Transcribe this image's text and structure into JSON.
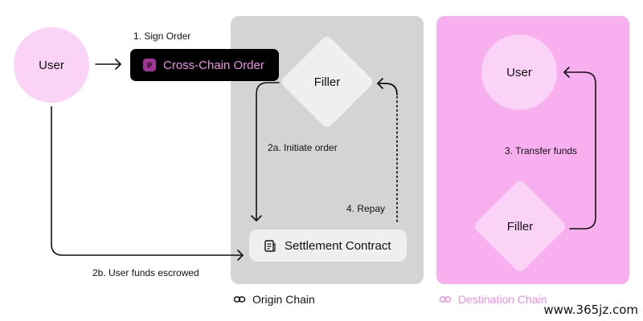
{
  "nodes": {
    "user_origin": "User",
    "cross_chain_order": "Cross-Chain Order",
    "filler_origin": "Filler",
    "settlement_contract": "Settlement Contract",
    "user_destination": "User",
    "filler_destination": "Filler"
  },
  "steps": {
    "sign_order": "1. Sign Order",
    "initiate_order": "2a. Initiate order",
    "user_funds_escrowed": "2b. User funds escrowed",
    "transfer_funds": "3. Transfer funds",
    "repay": "4. Repay"
  },
  "chains": {
    "origin": "Origin Chain",
    "destination": "Destination Chain"
  },
  "watermark": "www.365jz.com",
  "icons": {
    "order": "document-icon",
    "settlement": "document-icon",
    "origin_chain": "link-icon",
    "destination_chain": "link-icon"
  },
  "colors": {
    "origin_panel": "#d4d4d4",
    "destination_panel": "#f8aff0",
    "accent_pink": "#f08ee6",
    "node_light_pink": "#fbd3f6",
    "node_light_gray": "#efefef",
    "order_pill": "#000000"
  }
}
